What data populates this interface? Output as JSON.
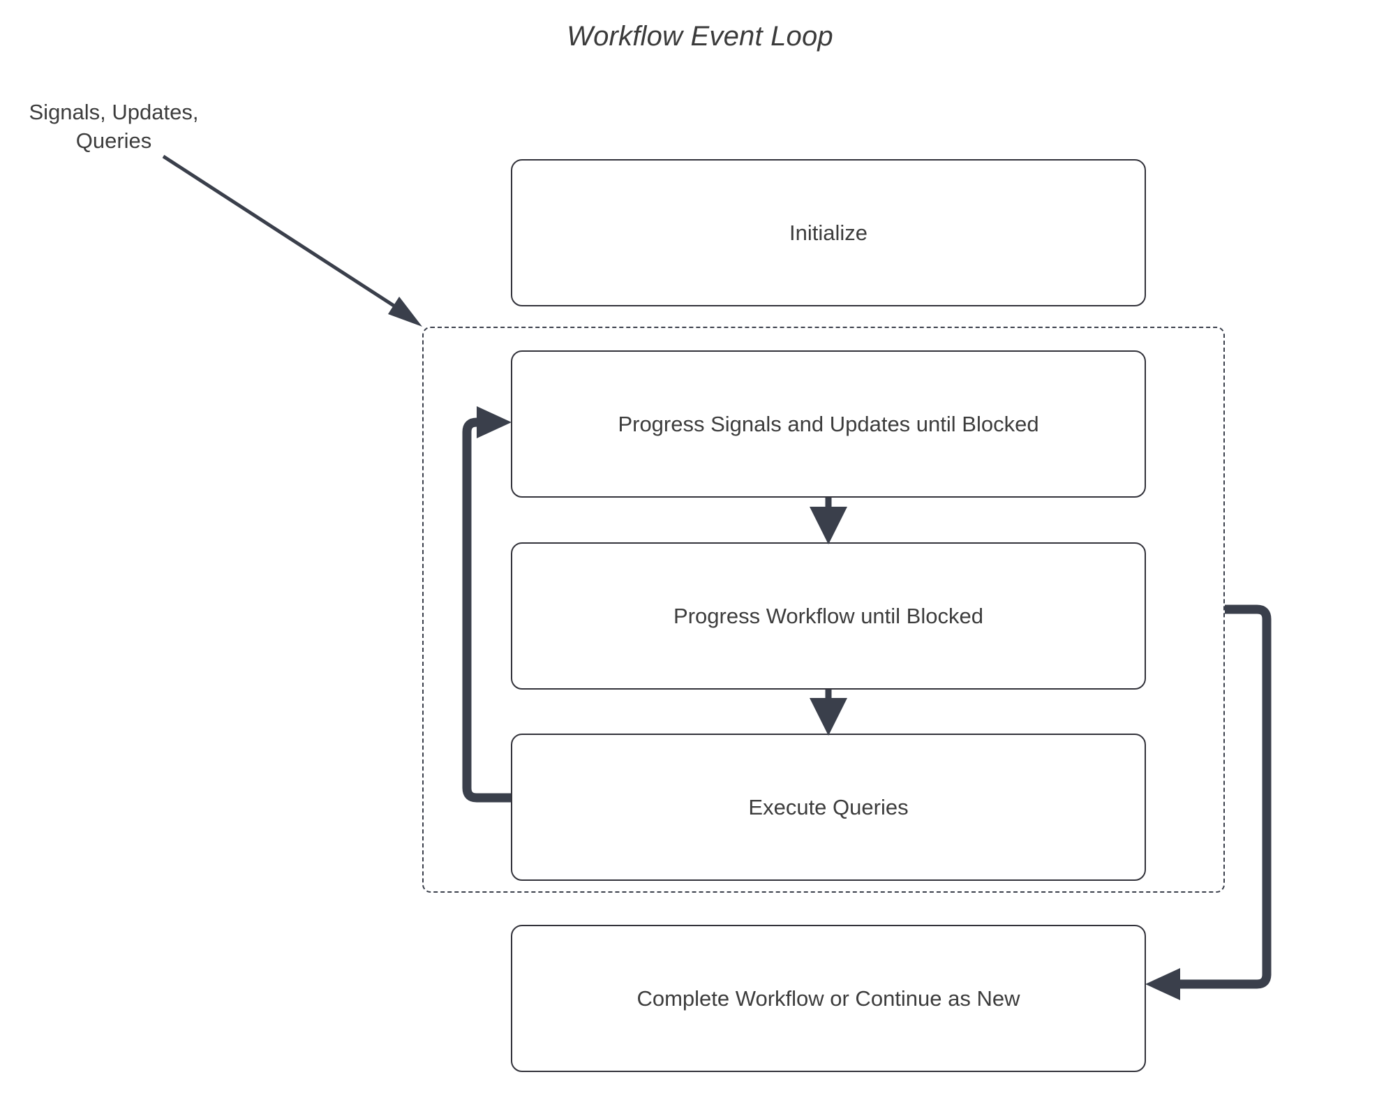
{
  "diagram": {
    "title": "Workflow Event Loop",
    "type": "flowchart",
    "stroke_color": "#3a3f4b",
    "node_border_color": "#32323a",
    "text_color": "#3c3c3c",
    "background": "#ffffff"
  },
  "external_labels": [
    {
      "id": "signals-updates-queries",
      "text": "Signals, Updates,\nQueries"
    }
  ],
  "loop_group": {
    "id": "event-loop-group",
    "border_style": "dashed",
    "label": ""
  },
  "nodes": [
    {
      "id": "initialize",
      "label": "Initialize"
    },
    {
      "id": "progress-signals-updates",
      "label": "Progress Signals and Updates until Blocked"
    },
    {
      "id": "progress-workflow",
      "label": "Progress Workflow until Blocked"
    },
    {
      "id": "execute-queries",
      "label": "Execute Queries"
    },
    {
      "id": "complete-workflow",
      "label": "Complete Workflow or Continue as New"
    }
  ],
  "edges": [
    {
      "id": "edge-signals-to-loop",
      "from": "signals-updates-queries",
      "to": "event-loop-group",
      "label": ""
    },
    {
      "id": "edge-signals-to-workflow",
      "from": "progress-signals-updates",
      "to": "progress-workflow",
      "label": ""
    },
    {
      "id": "edge-workflow-to-queries",
      "from": "progress-workflow",
      "to": "execute-queries",
      "label": ""
    },
    {
      "id": "edge-queries-loopback",
      "from": "execute-queries",
      "to": "progress-signals-updates",
      "label": ""
    },
    {
      "id": "edge-loop-to-complete",
      "from": "event-loop-group",
      "to": "complete-workflow",
      "label": ""
    }
  ]
}
